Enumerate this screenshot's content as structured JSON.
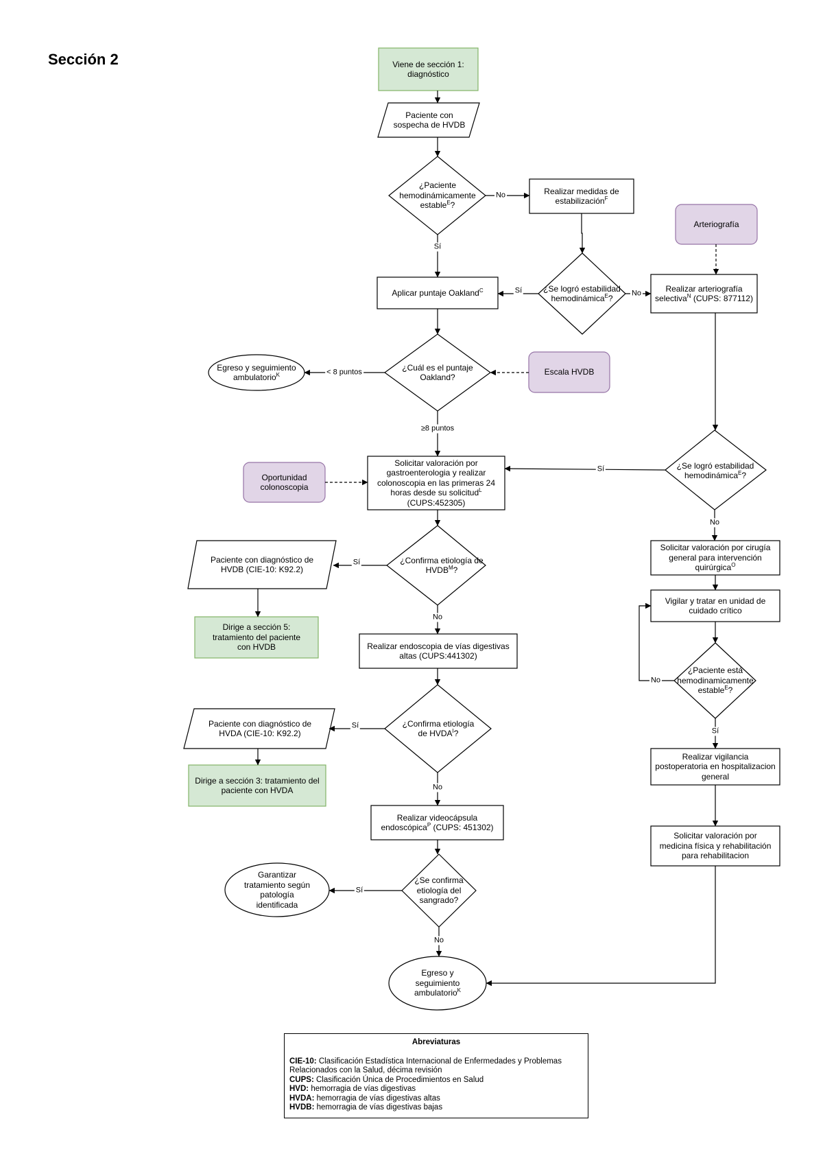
{
  "section_title": "Sección 2",
  "colors": {
    "green": "#d5e8d4",
    "green_border": "#82b366",
    "purple": "#e1d5e7",
    "purple_border": "#9673a6",
    "line": "#000000"
  },
  "nodes": {
    "viene_seccion1": {
      "text": "Viene de sección 1: diagnóstico"
    },
    "paciente_sospecha": {
      "text": "Paciente con sospecha de HVDB"
    },
    "paciente_estable": {
      "text": "¿Paciente hemodinámicamente estable",
      "sup": "E",
      "after": "?"
    },
    "medidas_estabilizacion": {
      "text": "Realizar medidas de estabilización",
      "sup": "F",
      "after": ""
    },
    "arteriografia": {
      "text": "Arteriografía"
    },
    "logro_estabilidad_1": {
      "text": "¿Se logró estabilidad hemodinámica",
      "sup": "E",
      "after": "?"
    },
    "puntaje_oakland": {
      "text": "Aplicar puntaje Oakland",
      "sup": "C",
      "after": ""
    },
    "arteriografia_selectiva": {
      "text": "Realizar arteriografía selectiva",
      "sup": "N",
      "after": " (CUPS: 877112)"
    },
    "egreso_1": {
      "text": "Egreso y seguimiento ambulatorio",
      "sup": "K",
      "after": ""
    },
    "cual_puntaje": {
      "text": "¿Cuál es el puntaje Oakland?"
    },
    "escala_hvdb": {
      "text": "Escala HVDB"
    },
    "oportunidad_colonoscopia": {
      "text": "Oportunidad colonoscopia"
    },
    "solicitar_gastro": {
      "text": "Solicitar valoración por gastroenterologia y realizar colonoscopia en las primeras 24 horas desde su solicitud",
      "sup": "L",
      "after": " (CUPS:452305)"
    },
    "logro_estabilidad_2": {
      "text": "¿Se logró estabilidad hemodinámica",
      "sup": "E",
      "after": "?"
    },
    "diag_hvdb": {
      "text": "Paciente con diagnóstico de HVDB (CIE-10: K92.2)"
    },
    "confirma_hvdb": {
      "text": "¿Confirma etiología de HVDB",
      "sup": "M",
      "after": "?"
    },
    "valoracion_cirugia": {
      "text": "Solicitar valoración por cirugía general para intervención quirúrgica",
      "sup": "O",
      "after": ""
    },
    "uci": {
      "text": "Vigilar y tratar en unidad de cuidado crítico"
    },
    "seccion5": {
      "text": "Dirige a sección 5: tratamiento del paciente con HVDB"
    },
    "endoscopia": {
      "text": "Realizar endoscopia de vías digestivas altas (CUPS:441302)"
    },
    "paciente_esta_estable": {
      "text": "¿Paciente está hemodinamicamente estable",
      "sup": "E",
      "after": "?"
    },
    "diag_hvda": {
      "text": "Paciente con diagnóstico de HVDA (CIE-10: K92.2)"
    },
    "confirma_hvda": {
      "text": "¿Confirma etiología de HVDA",
      "sup": "I",
      "after": "?"
    },
    "vigilancia_postop": {
      "text": "Realizar vigilancia postoperatoria en hospitalizacion general"
    },
    "seccion3": {
      "text": "Dirige a sección 3: tratamiento del paciente con HVDA"
    },
    "videocapsula": {
      "text": "Realizar videocápsula endoscópica",
      "sup": "P",
      "after": " (CUPS: 451302)"
    },
    "medicina_fisica": {
      "text": "Solicitar valoración por medicina física y rehabilitación para rehabilitacion"
    },
    "garantizar": {
      "text": "Garantizar tratamiento según patología identificada"
    },
    "confirma_sangrado": {
      "text": "¿Se confirma etiología del sangrado?"
    },
    "egreso_2": {
      "text": "Egreso y seguimiento ambulatorio",
      "sup": "K",
      "after": ""
    }
  },
  "edge_labels": {
    "no": "No",
    "si": "Sí",
    "menos8": "< 8 puntos",
    "mas8": "≥8 puntos"
  },
  "legend": {
    "title": "Abreviaturas",
    "items": [
      {
        "abbr": "CIE-10:",
        "desc": " Clasificación Estadística Internacional de Enfermedades y Problemas Relacionados con la Salud, décima revisión"
      },
      {
        "abbr": "CUPS:",
        "desc": " Clasificación Única de Procedimientos en Salud"
      },
      {
        "abbr": "HVD:",
        "desc": " hemorragia de vías digestivas"
      },
      {
        "abbr": "HVDA:",
        "desc": " hemorragia de vías digestivas altas"
      },
      {
        "abbr": "HVDB:",
        "desc": " hemorragia de vías digestivas bajas"
      }
    ]
  }
}
